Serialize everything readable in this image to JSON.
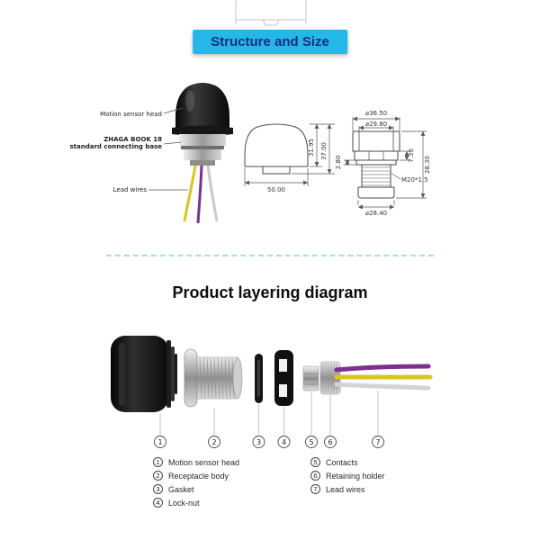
{
  "banner": {
    "label": "Structure and Size"
  },
  "structure": {
    "labels": {
      "head": "Motion sensor head",
      "base1": "ZHAGA BOOK 18",
      "base2": "standard connecting base",
      "wires": "Lead wires"
    },
    "dims": {
      "inner_height": "31.95",
      "outer_height": "37.00",
      "width": "50.00",
      "cap_outer_dia": "⌀36.50",
      "cap_inner_dia": "⌀29.80",
      "total_height": "28.30",
      "nut_height": "7.30",
      "gasket_thickness": "2.80",
      "thread_spec": "M20*1.5",
      "base_dia": "⌀28.40"
    }
  },
  "layering": {
    "title": "Product layering diagram",
    "callouts": [
      "1",
      "2",
      "3",
      "4",
      "5",
      "6",
      "7"
    ],
    "legend": {
      "left": [
        {
          "num": "1",
          "label": "Motion sensor head"
        },
        {
          "num": "2",
          "label": "Receptacle body"
        },
        {
          "num": "3",
          "label": "Gasket"
        },
        {
          "num": "4",
          "label": "Lock-nut"
        }
      ],
      "right": [
        {
          "num": "5",
          "label": "Contacts"
        },
        {
          "num": "6",
          "label": "Retaining holder"
        },
        {
          "num": "7",
          "label": "Lead wires"
        }
      ]
    }
  },
  "colors": {
    "banner_bg": "#25b7e8",
    "banner_text": "#1b2d7e",
    "divider": "#a6dcf0",
    "wire_purple": "#7b2f8e",
    "wire_yellow": "#d8c523",
    "wire_white": "#d4d4d4"
  }
}
